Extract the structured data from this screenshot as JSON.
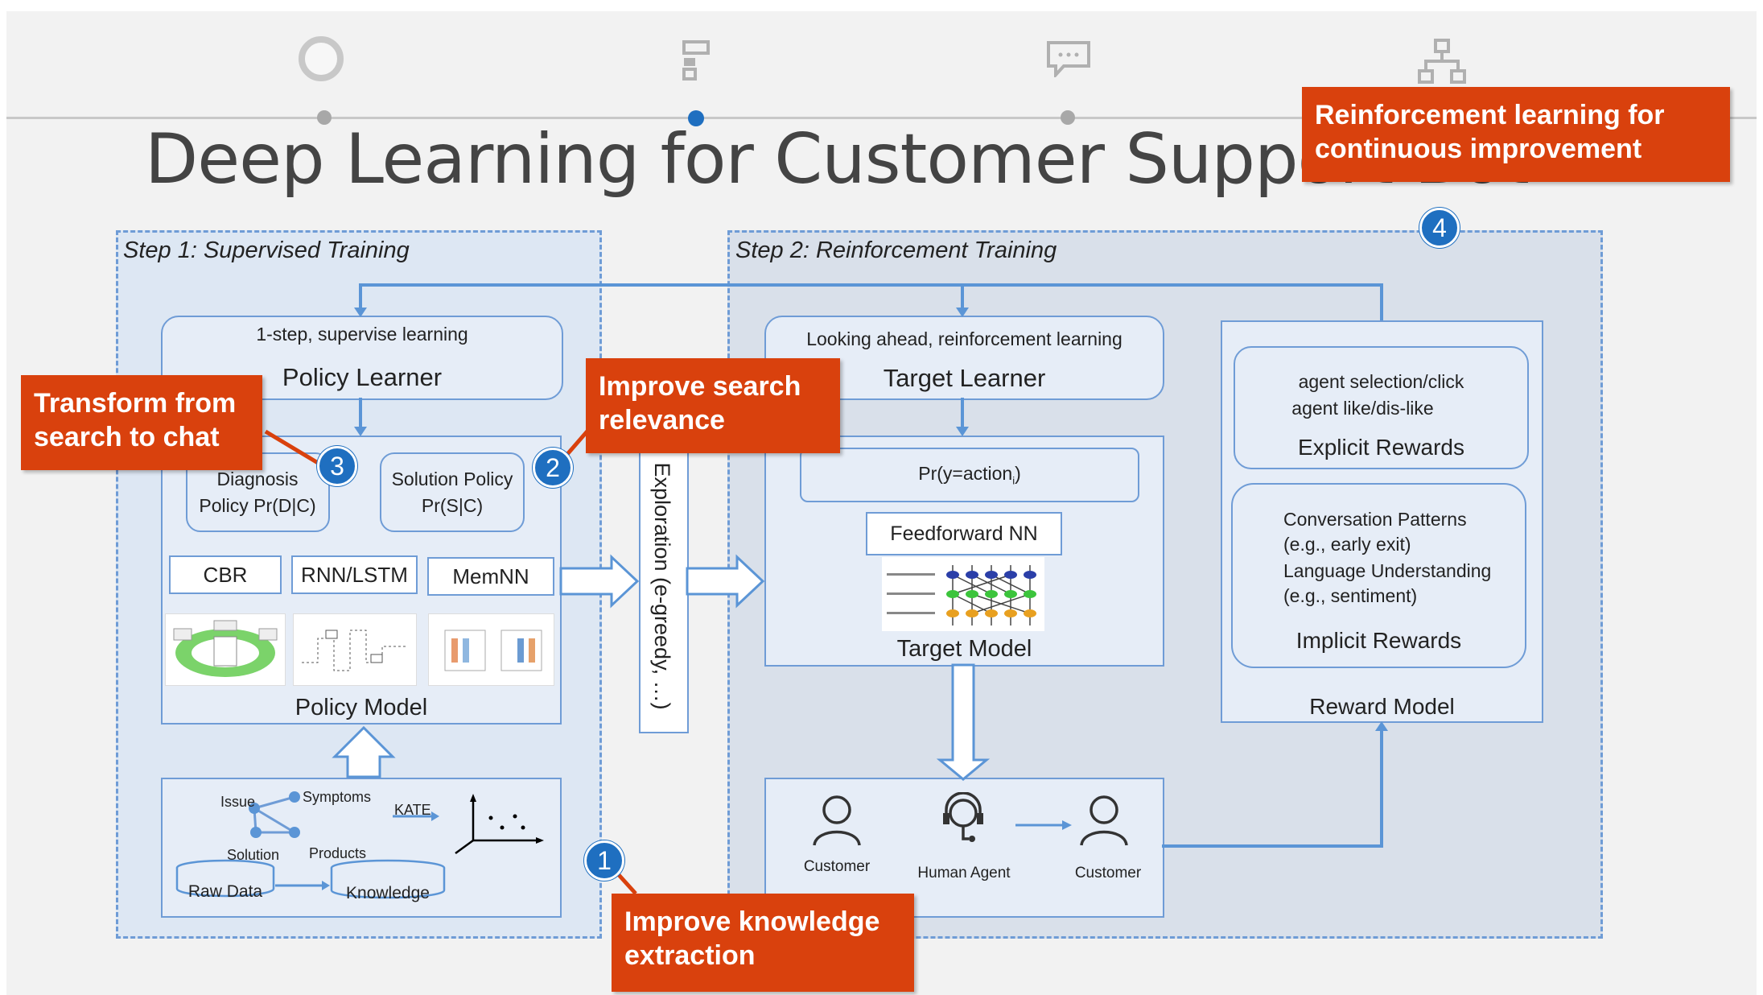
{
  "title": "Deep Learning for Customer Support Bot",
  "step1": {
    "label": "Step 1: Supervised Training",
    "policy_learner_sub": "1-step, supervise learning",
    "policy_learner": "Policy Learner",
    "diagnosis_policy_line1": "Diagnosis",
    "diagnosis_policy_line2": "Policy Pr(D|C)",
    "solution_policy_line1": "Solution Policy",
    "solution_policy_line2": "Pr(S|C)",
    "models": [
      "CBR",
      "RNN/LSTM",
      "MemNN"
    ],
    "policy_model": "Policy Model",
    "knowledge_graph": {
      "issue": "Issue",
      "symptoms": "Symptoms",
      "solution": "Solution",
      "products": "Products",
      "kate": "KATE",
      "raw_data": "Raw Data",
      "knowledge": "Knowledge"
    }
  },
  "exploration": "Exploration (e-greedy, …)",
  "step2": {
    "label": "Step 2: Reinforcement Training",
    "target_learner_sub": "Looking ahead, reinforcement learning",
    "target_learner": "Target Learner",
    "pr_action": "Pr(y=action",
    "pr_action_sub": "i",
    "pr_action_end": ")",
    "feedforward": "Feedforward NN",
    "target_model": "Target Model",
    "explicit_line1": "agent selection/click",
    "explicit_line2": "agent like/dis-like",
    "explicit_rewards": "Explicit Rewards",
    "implicit_line1": "Conversation Patterns",
    "implicit_line2": "(e.g., early exit)",
    "implicit_line3": "Language Understanding",
    "implicit_line4": "(e.g., sentiment)",
    "implicit_rewards": "Implicit Rewards",
    "reward_model": "Reward Model",
    "people": [
      "Customer",
      "Human Agent",
      "Customer"
    ]
  },
  "callouts": {
    "c1": "Improve knowledge extraction",
    "c2": "Improve search relevance",
    "c3": "Transform from search to chat",
    "c4": "Reinforcement learning for continuous improvement"
  },
  "badges": [
    "1",
    "2",
    "3",
    "4"
  ],
  "colors": {
    "callout": "#d9410d",
    "badge": "#1f6fc0",
    "box_border": "#6f9cd6",
    "box_fill": "#e6edf7",
    "step2_fill": "#d9e0ea"
  },
  "nav_icons": [
    "circle-icon",
    "layout-icon",
    "chat-icon",
    "hierarchy-icon"
  ]
}
